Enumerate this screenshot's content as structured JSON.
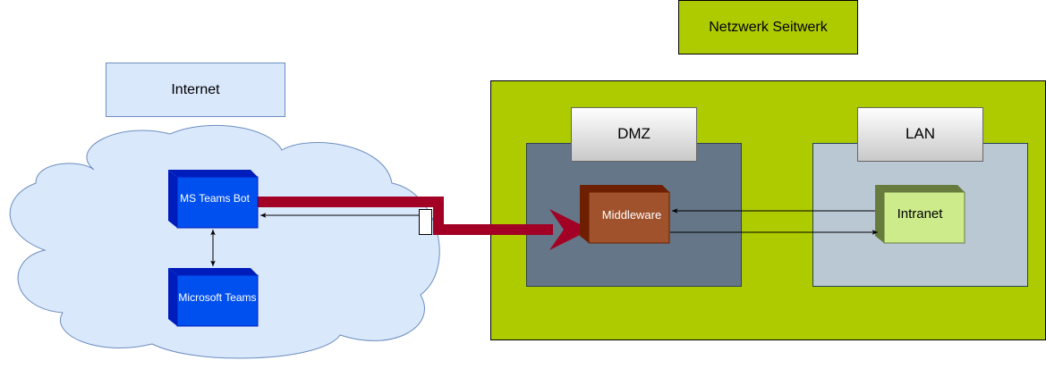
{
  "labels": {
    "netzwerk": "Netzwerk Seitwerk",
    "internet": "Internet",
    "dmz": "DMZ",
    "lan": "LAN",
    "ms_teams_bot": "MS Teams Bot",
    "microsoft_teams": "Microsoft Teams",
    "middleware": "Middleware",
    "intranet": "Intranet"
  },
  "colors": {
    "network_fill": "#aecb00",
    "internet_fill": "#dae8fc",
    "internet_stroke": "#6c8ebf",
    "dmz_fill": "#647687",
    "lan_fill": "#bac8d3",
    "teams_fill": "#0050ef",
    "teams_dark": "#001dbc",
    "middleware_fill": "#a0522d",
    "middleware_dark": "#6d1f00",
    "intranet_fill": "#cdeb8b",
    "intranet_dark": "#677b3c",
    "big_arrow": "#a20025"
  }
}
